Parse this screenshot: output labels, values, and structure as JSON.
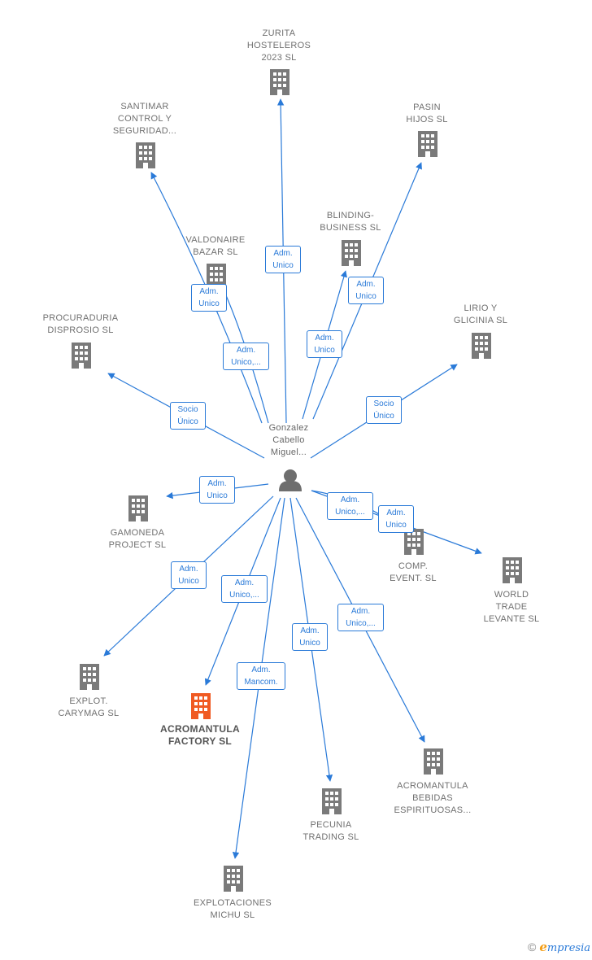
{
  "center": {
    "name": "Gonzalez\nCabello\nMiguel..."
  },
  "colors": {
    "line": "#2a7ad8",
    "building": "#7a7a7a",
    "highlight": "#f05a22"
  },
  "nodes": [
    {
      "id": "zurita",
      "label": "ZURITA\nHOSTELEROS\n2023  SL"
    },
    {
      "id": "santimar",
      "label": "SANTIMAR\nCONTROL Y\nSEGURIDAD..."
    },
    {
      "id": "pasin",
      "label": "PASIN\nHIJOS SL"
    },
    {
      "id": "valdonaire",
      "label": "VALDONAIRE\nBAZAR  SL"
    },
    {
      "id": "blinding",
      "label": "BLINDING-\nBUSINESS  SL"
    },
    {
      "id": "procuraduria",
      "label": "PROCURADURIA\nDISPROSIO  SL"
    },
    {
      "id": "lirio",
      "label": "LIRIO Y\nGLICINIA  SL"
    },
    {
      "id": "gamoneda",
      "label": "GAMONEDA\nPROJECT  SL"
    },
    {
      "id": "comp",
      "label": "COMP.\nEVENT.  SL"
    },
    {
      "id": "world",
      "label": "WORLD\nTRADE\nLEVANTE  SL"
    },
    {
      "id": "explot",
      "label": "EXPLOT.\nCARYMAG SL"
    },
    {
      "id": "acromantula_f",
      "label": "ACROMANTULA\nFACTORY  SL",
      "highlight": true
    },
    {
      "id": "acromantula_b",
      "label": "ACROMANTULA\nBEBIDAS\nESPIRITUOSAS..."
    },
    {
      "id": "pecunia",
      "label": "PECUNIA\nTRADING  SL"
    },
    {
      "id": "explotaciones",
      "label": "EXPLOTACIONES\nMICHU SL"
    }
  ],
  "edges": [
    {
      "target": "zurita",
      "label": "Adm.\nUnico"
    },
    {
      "target": "santimar",
      "label": "Adm.\nUnico"
    },
    {
      "target": "valdonaire",
      "label": "Adm.\nUnico,..."
    },
    {
      "target": "blinding",
      "label": "Adm.\nUnico"
    },
    {
      "target": "pasin",
      "label": "Adm.\nUnico"
    },
    {
      "target": "procuraduria",
      "label": "Socio\nÚnico"
    },
    {
      "target": "lirio",
      "label": "Socio\nÚnico"
    },
    {
      "target": "gamoneda",
      "label": "Adm.\nUnico"
    },
    {
      "target": "comp",
      "label": "Adm.\nUnico,..."
    },
    {
      "target": "world",
      "label": "Adm.\nUnico"
    },
    {
      "target": "explot",
      "label": "Adm.\nUnico"
    },
    {
      "target": "acromantula_f",
      "label": "Adm.\nUnico,..."
    },
    {
      "target": "explotaciones",
      "label": "Adm.\nMancom."
    },
    {
      "target": "pecunia",
      "label": "Adm.\nUnico"
    },
    {
      "target": "acromantula_b",
      "label": "Adm.\nUnico,..."
    }
  ],
  "footer": {
    "copyright": "©",
    "brand_initial": "e",
    "brand_rest": "mpresia"
  }
}
